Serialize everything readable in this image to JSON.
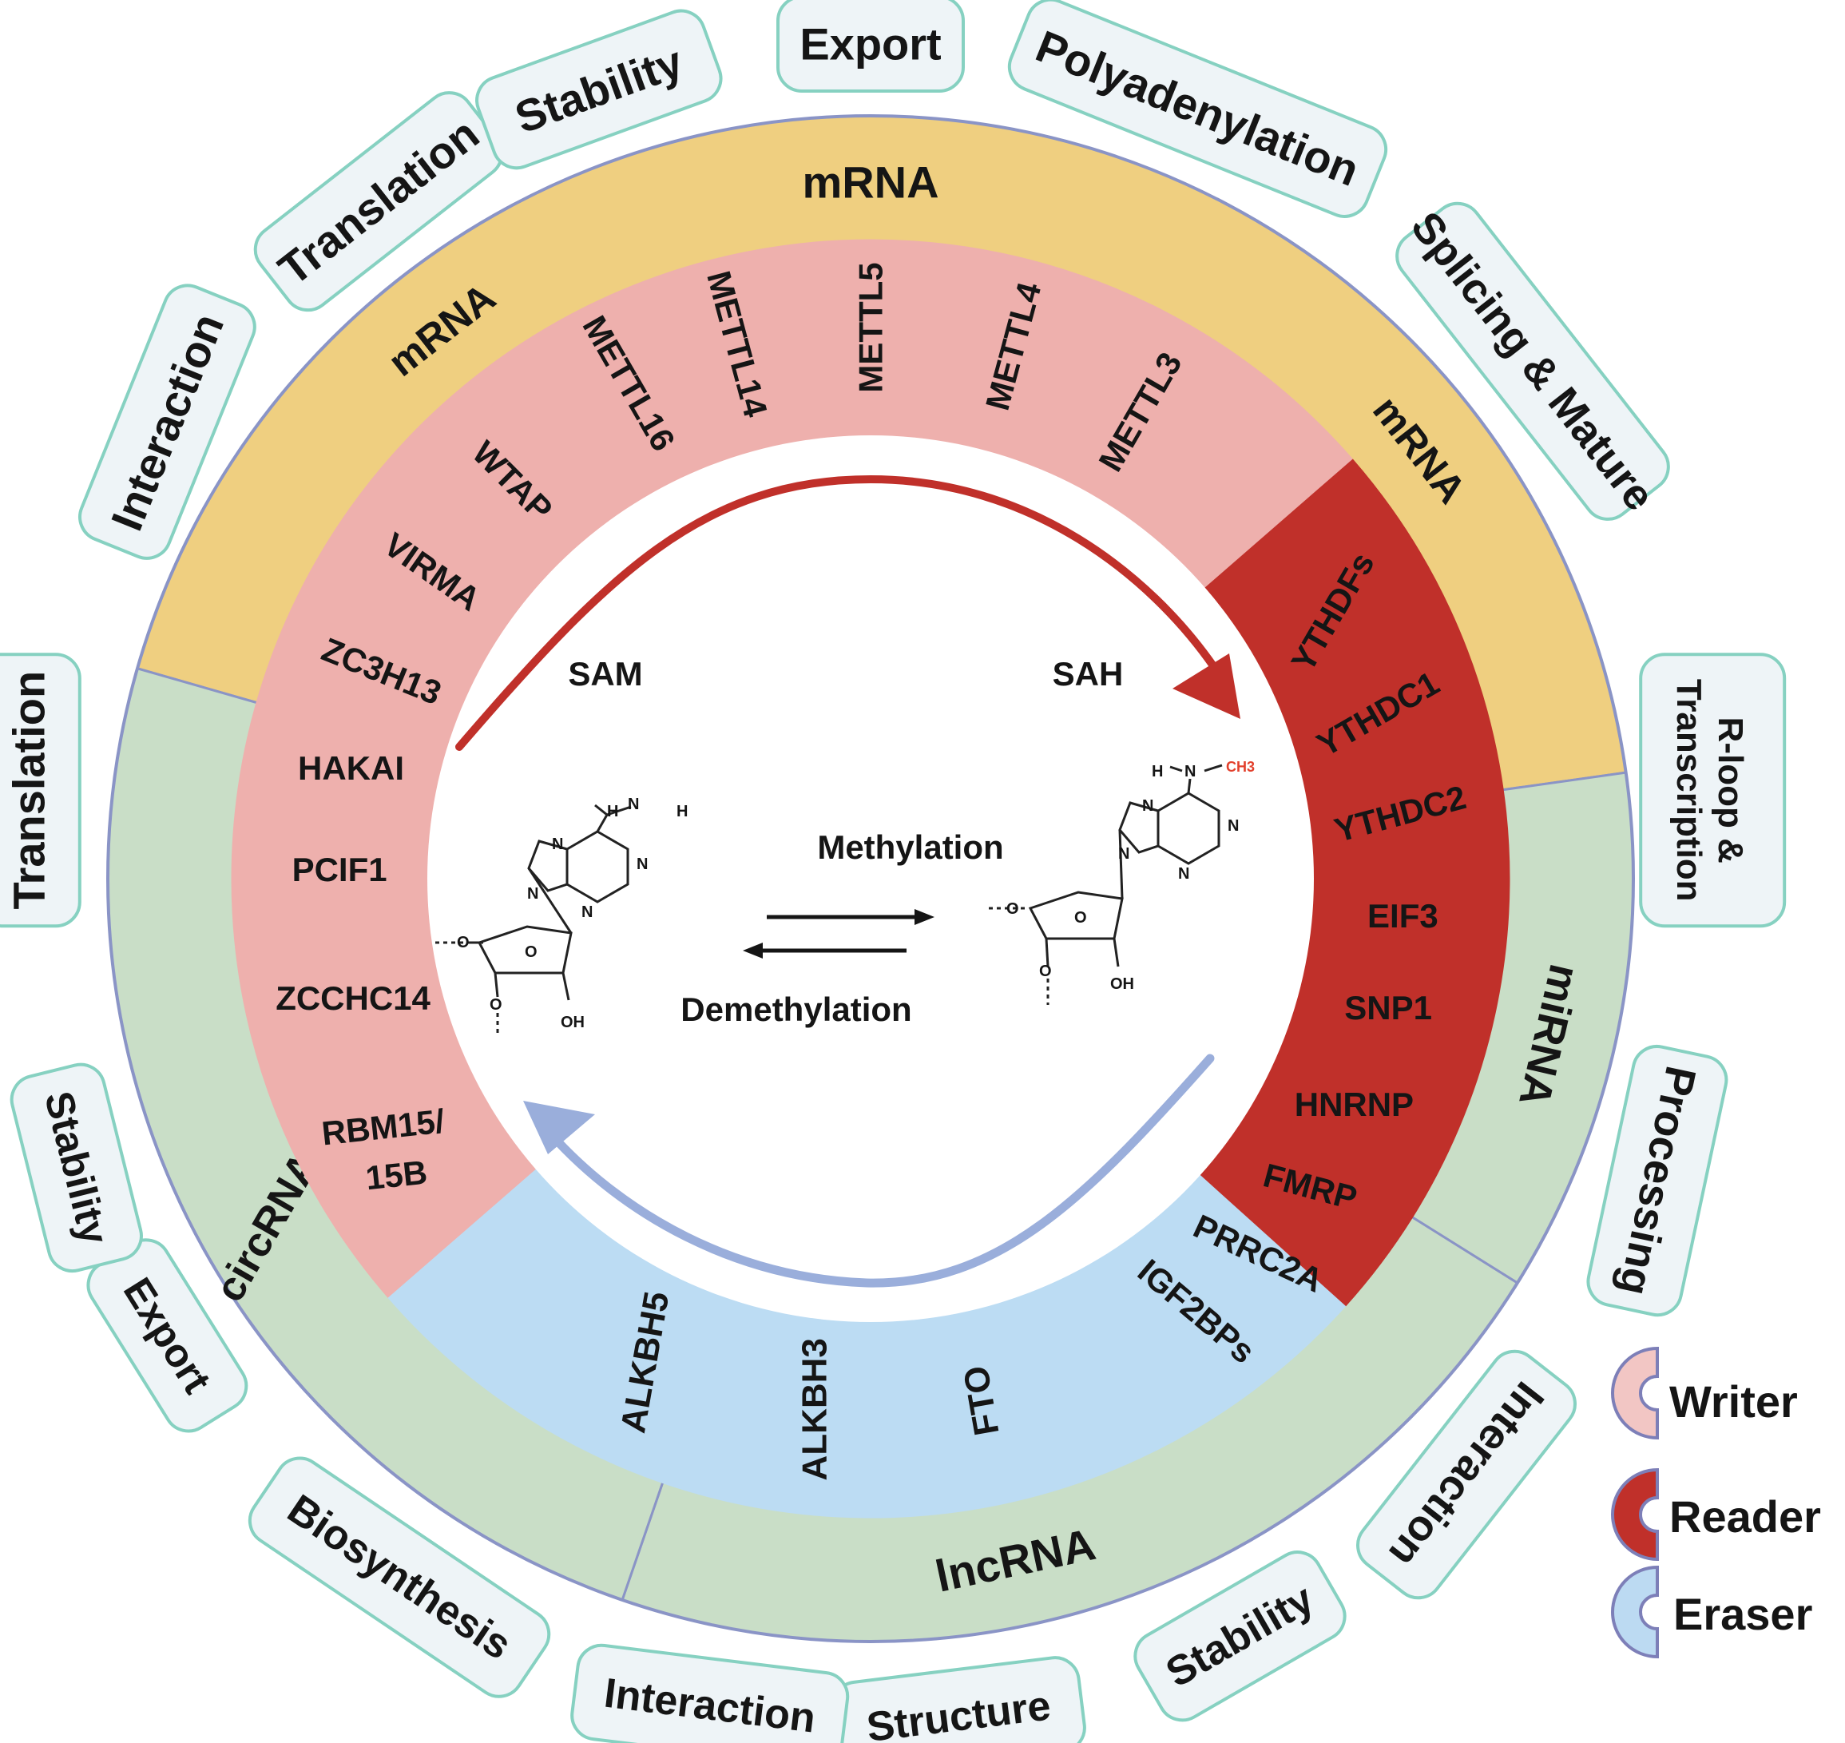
{
  "outer_functions": [
    {
      "id": "export-top",
      "label": "Export"
    },
    {
      "id": "polyadenylation",
      "label": "Polyadenylation"
    },
    {
      "id": "splicing-mature",
      "label": "Splicing & Mature"
    },
    {
      "id": "rloop-transcription",
      "lines": [
        "R-loop &",
        "Transcription"
      ]
    },
    {
      "id": "processing",
      "label": "Processing"
    },
    {
      "id": "interaction-right",
      "label": "Interaction"
    },
    {
      "id": "stability-bottom-right",
      "label": "Stability"
    },
    {
      "id": "structure",
      "label": "Structure"
    },
    {
      "id": "interaction-bottom",
      "label": "Interaction"
    },
    {
      "id": "biosynthesis",
      "label": "Biosynthesis"
    },
    {
      "id": "export-left",
      "label": "Export"
    },
    {
      "id": "stability-left",
      "label": "Stability"
    },
    {
      "id": "translation-left",
      "label": "Translation"
    },
    {
      "id": "interaction-upper-left",
      "label": "Interaction"
    },
    {
      "id": "translation-upper-left",
      "label": "Translation"
    },
    {
      "id": "stability-top-left",
      "label": "Stability"
    }
  ],
  "rna_ring": {
    "mrna_top": "mRNA",
    "mrna_left": "mRNA",
    "mrna_right": "mRNA",
    "mirna": "miRNA",
    "lncrna": "lncRNA",
    "circrna": "circRNA"
  },
  "writers": [
    "METTL3",
    "METTL4",
    "METTL5",
    "METTL14",
    "METTL16",
    "WTAP",
    "VIRMA",
    "ZC3H13",
    "HAKAI",
    "PCIF1",
    "ZCCHC14",
    "RBM15/",
    "15B"
  ],
  "readers": [
    "YTHDFs",
    "YTHDC1",
    "YTHDC2",
    "EIF3",
    "SNP1",
    "HNRNP",
    "FMRP",
    "PRRC2A",
    "IGF2BPs"
  ],
  "erasers": [
    "ALKBH5",
    "ALKBH3",
    "FTO"
  ],
  "center": {
    "sam": "SAM",
    "sah": "SAH",
    "methylation": "Methylation",
    "demethylation": "Demethylation",
    "ch3": "CH3",
    "atoms": {
      "N": "N",
      "H": "H",
      "O": "O",
      "OH": "OH"
    }
  },
  "legend": [
    {
      "label": "Writer",
      "color": "#f2c6c4",
      "stroke": "#7d7fb8"
    },
    {
      "label": "Reader",
      "color": "#c0302a",
      "stroke": "#7d7fb8"
    },
    {
      "label": "Eraser",
      "color": "#bcdaf2",
      "stroke": "#7d7fb8"
    }
  ],
  "colors": {
    "mrna_ring": "#efcf80",
    "noncoding_ring": "#c9dec7",
    "writer": "#eeb0ad",
    "reader": "#c0302a",
    "eraser": "#bcdcf3",
    "box_fill": "#eef4f7",
    "box_stroke": "#86d1c1",
    "methyl_arrow": "#c0302a",
    "demethyl_arrow": "#9aaedb"
  }
}
